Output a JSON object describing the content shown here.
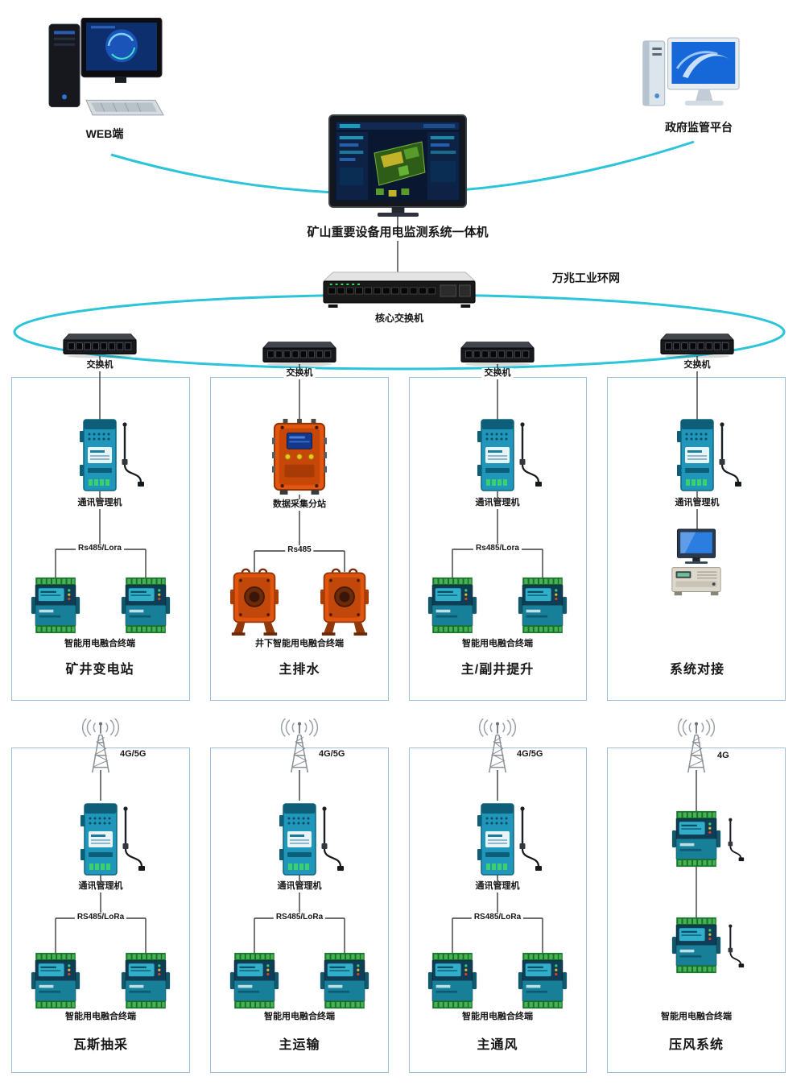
{
  "header": {
    "web_label": "WEB端",
    "gov_label": "政府监管平台",
    "allinone_label": "矿山重要设备用电监测系统一体机",
    "ring_label": "万兆工业环网",
    "core_switch_label": "核心交换机"
  },
  "switches": [
    {
      "label": "交换机"
    },
    {
      "label": "交换机"
    },
    {
      "label": "交换机"
    },
    {
      "label": "交换机"
    }
  ],
  "upper_panels": [
    {
      "title": "矿井变电站",
      "device_label": "通讯管理机",
      "bus_label": "Rs485/Lora",
      "terminal_label": "智能用电融合终端"
    },
    {
      "title": "主排水",
      "device_label": "数据采集分站",
      "bus_label": "Rs485",
      "terminal_label": "井下智能用电融合终端"
    },
    {
      "title": "主/副井提升",
      "device_label": "通讯管理机",
      "bus_label": "Rs485/Lora",
      "terminal_label": "智能用电融合终端"
    },
    {
      "title": "系统对接",
      "device_label": "通讯管理机"
    }
  ],
  "lower_panels": [
    {
      "title": "瓦斯抽采",
      "network_label": "4G/5G",
      "device_label": "通讯管理机",
      "bus_label": "RS485/LoRa",
      "terminal_label": "智能用电融合终端"
    },
    {
      "title": "主运输",
      "network_label": "4G/5G",
      "device_label": "通讯管理机",
      "bus_label": "RS485/LoRa",
      "terminal_label": "智能用电融合终端"
    },
    {
      "title": "主通风",
      "network_label": "4G/5G",
      "device_label": "通讯管理机",
      "bus_label": "RS485/LoRa",
      "terminal_label": "智能用电融合终端"
    },
    {
      "title": "压风系统",
      "network_label": "4G",
      "terminal_label": "智能用电融合终端"
    }
  ],
  "colors": {
    "ring_cyan": "#2bc4d8",
    "wire": "#3c3c3c",
    "panel_border": "#9fc0dd",
    "device_teal": "#2097ba",
    "collector_orange": "#e2560f",
    "terminal_green": "#45b256"
  }
}
